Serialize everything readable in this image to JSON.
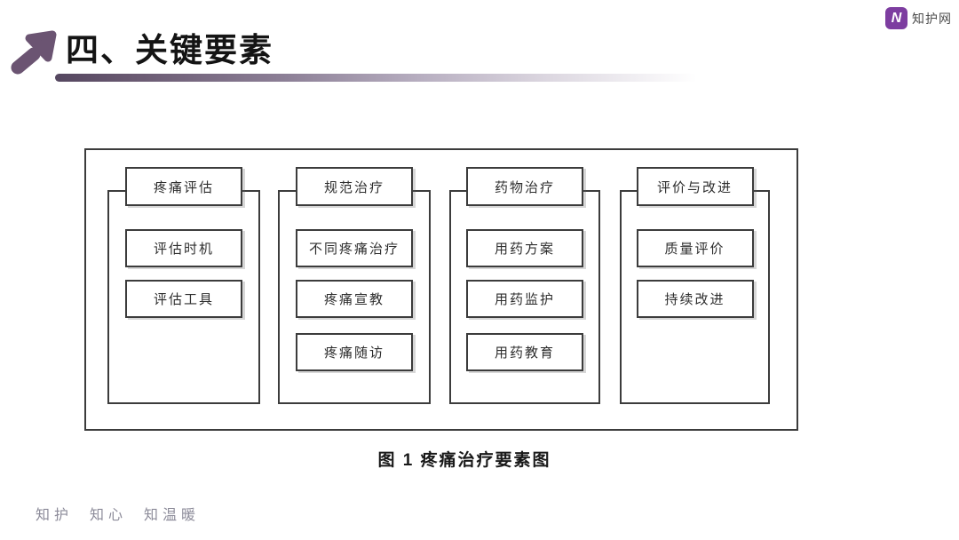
{
  "header": {
    "title": "四、关键要素",
    "accent_color": "#675070"
  },
  "logo": {
    "icon_letter": "N",
    "icon_color": "#7d3da0",
    "text": "知护网"
  },
  "diagram": {
    "caption": "图 1 疼痛治疗要素图",
    "line_color": "#3c3c3c",
    "columns": [
      {
        "header": "疼痛评估",
        "items": [
          "评估时机",
          "评估工具"
        ]
      },
      {
        "header": "规范治疗",
        "items": [
          "不同疼痛治疗",
          "疼痛宣教",
          "疼痛随访"
        ]
      },
      {
        "header": "药物治疗",
        "items": [
          "用药方案",
          "用药监护",
          "用药教育"
        ]
      },
      {
        "header": "评价与改进",
        "items": [
          "质量评价",
          "持续改进"
        ]
      }
    ]
  },
  "footer": {
    "slogan": "知护 知心 知温暖"
  }
}
